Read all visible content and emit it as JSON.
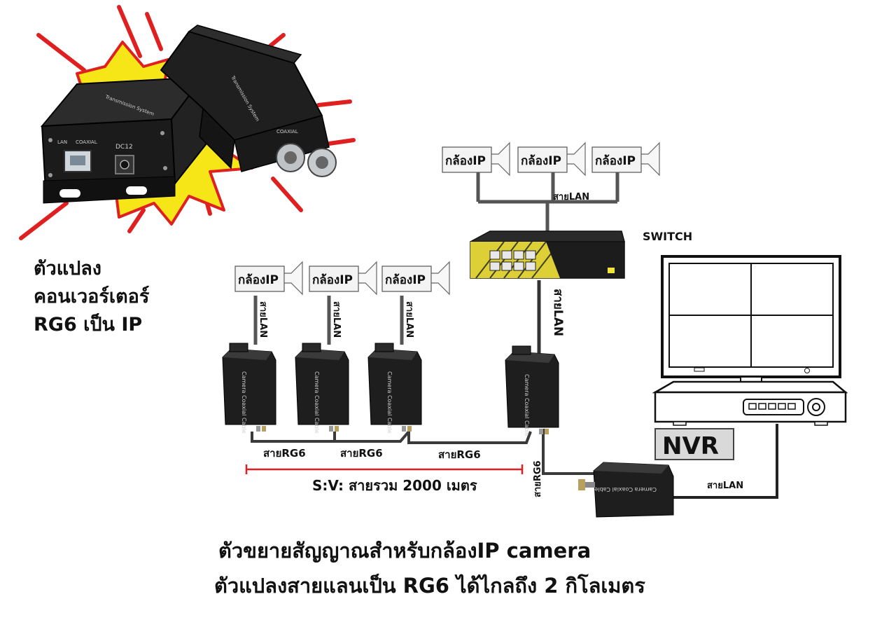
{
  "product": {
    "label_lines": [
      "ตัวแปลง",
      "คอนเวอร์เตอร์",
      "RG6 เป็น IP"
    ],
    "port_labels": {
      "lan": "LAN",
      "coaxial": "COAXIAL",
      "dc": "DC12",
      "coaxial_top": "COAXIAL",
      "transmission": "Transmission System"
    }
  },
  "diagram": {
    "camera_label": "กล้องIP",
    "lan_label": "สายLAN",
    "rg6_label": "สายRG6",
    "rg6_vertical_label": "สายRG6",
    "switch_label": "SWITCH",
    "nvr_label": "NVR",
    "distance_label": "S:V: สายรวม 2000 เมตร",
    "device_print": "Camera Coaxial Cable"
  },
  "footer": {
    "line1": "ตัวขยายสัญญาณสำหรับกล้องIP camera",
    "line2": "ตัวแปลงสายแลนเป็น RG6 ได้ไกลถึง 2 กิโลเมตร"
  },
  "colors": {
    "cable": "#555555",
    "device": "#1a1a1a",
    "accent_red": "#e02020",
    "burst_yellow": "#f7e617",
    "switch_yellow": "#f2e43a"
  }
}
